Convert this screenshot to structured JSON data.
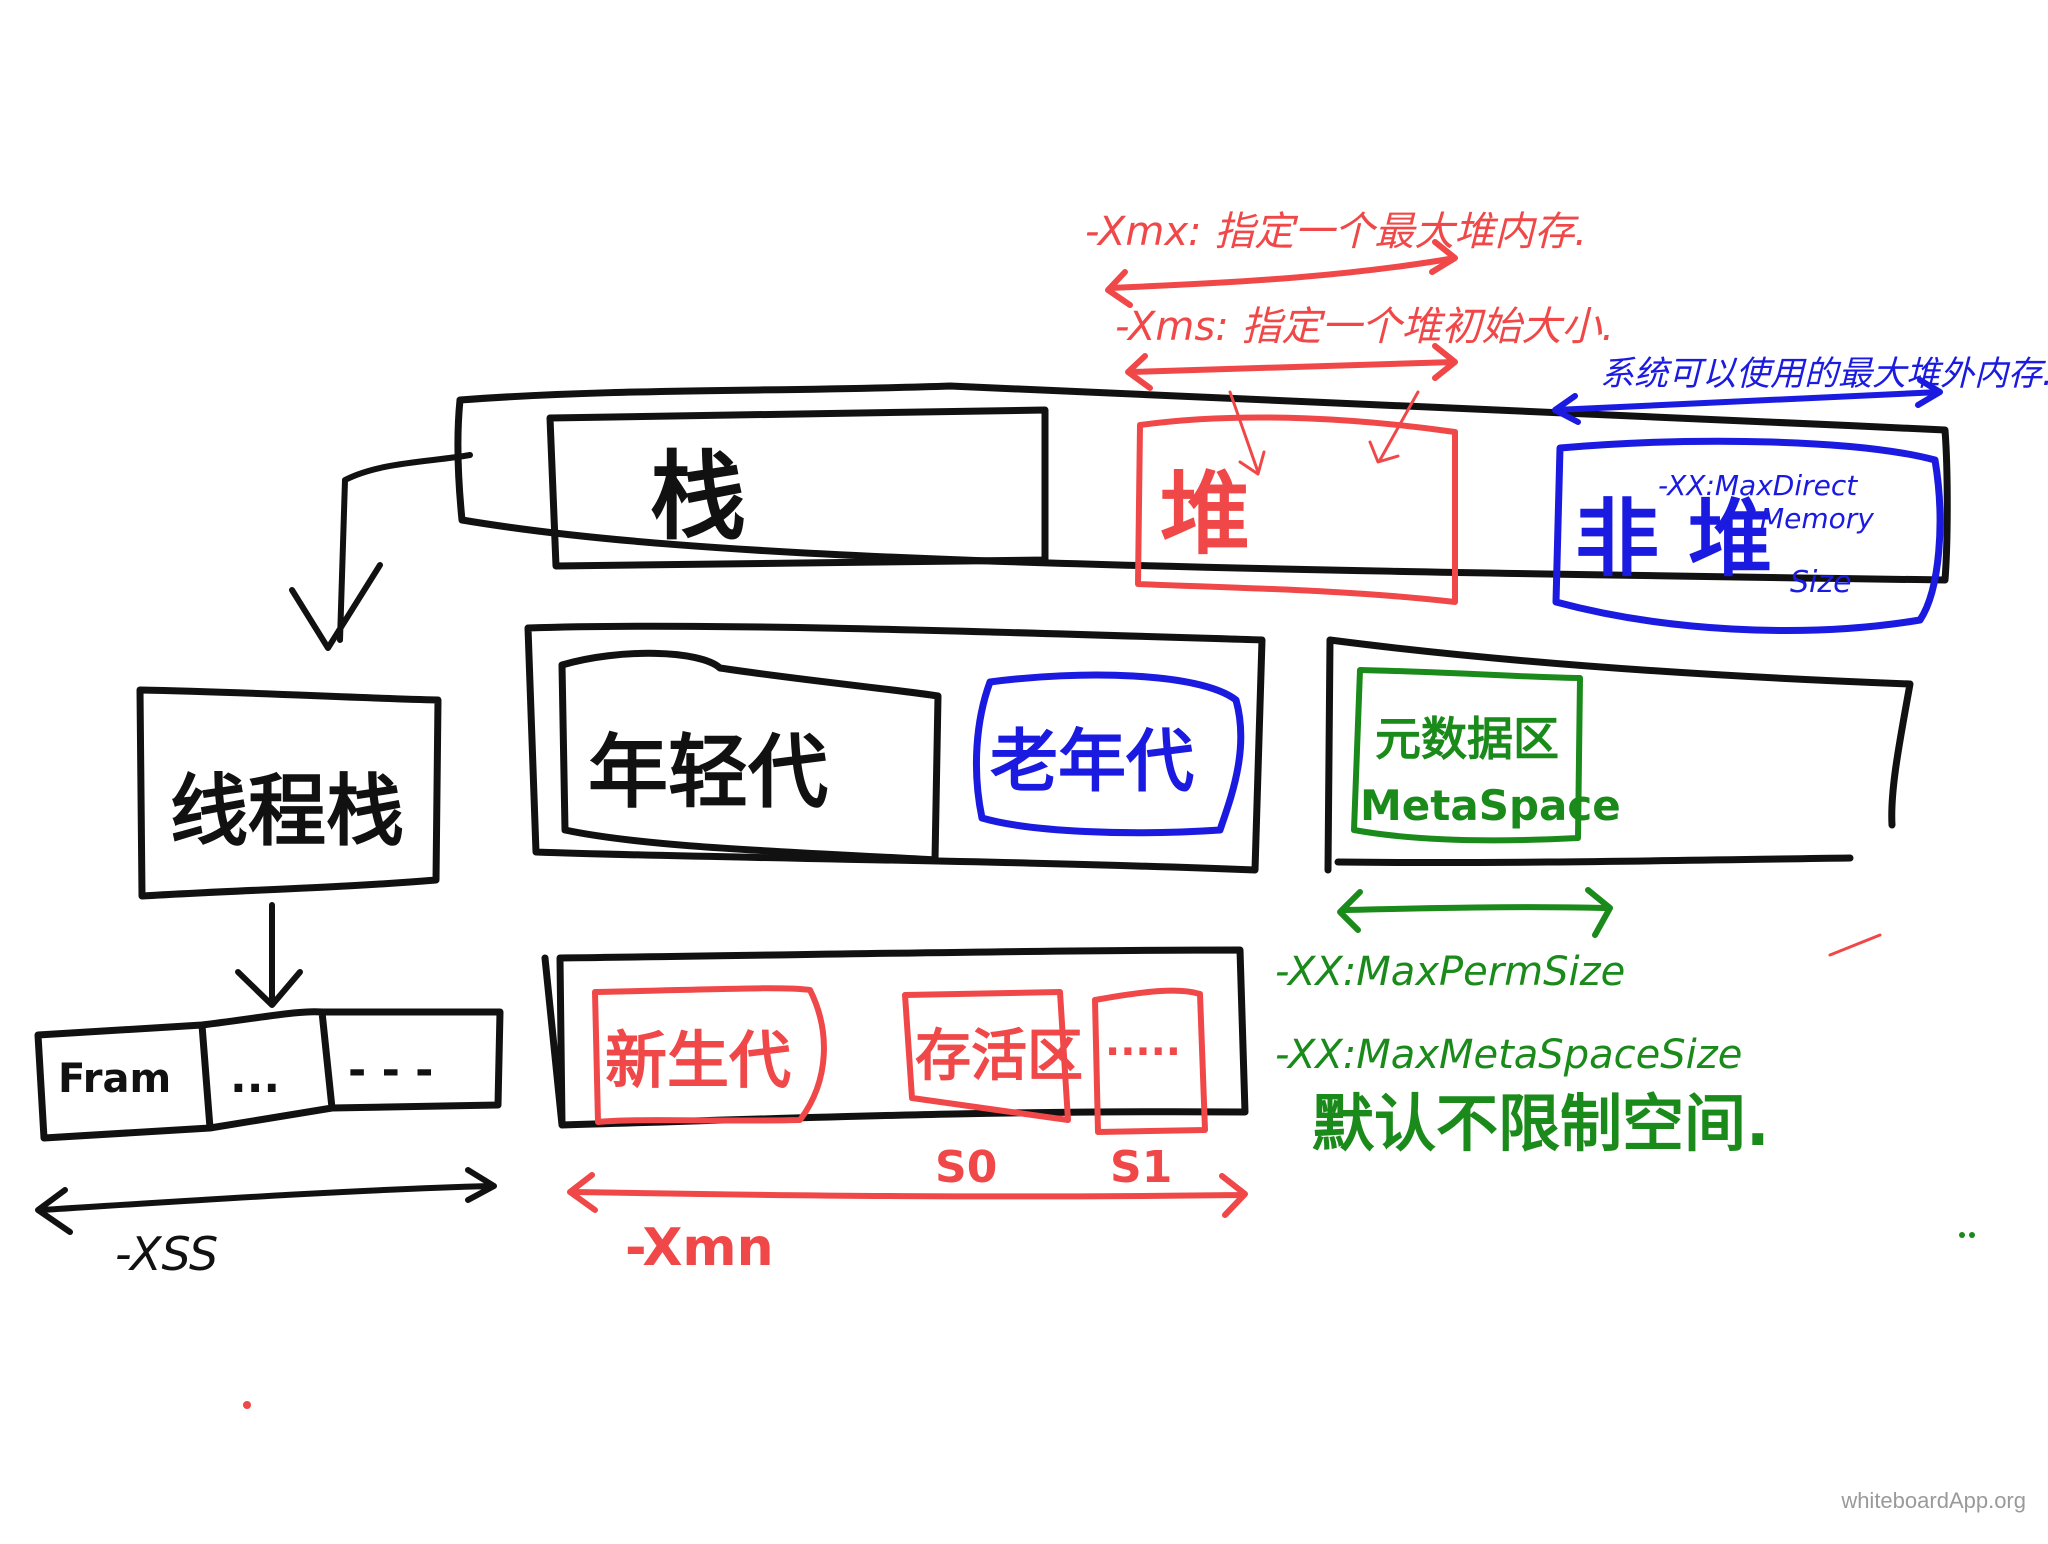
{
  "colors": {
    "black": "#111111",
    "red": "#f04848",
    "blue": "#1a1ae0",
    "green": "#1a8a1a"
  },
  "labels": {
    "stack": "栈",
    "heap": "堆",
    "non_heap": "非 堆",
    "thread_stack": "线程栈",
    "young_gen": "年轻代",
    "old_gen": "老年代",
    "metaspace_cn": "元数据区",
    "metaspace_en": "MetaSpace",
    "eden": "新生代",
    "from_space": "存活区",
    "ellipsis_box": ".....",
    "s0": "S0",
    "s1": "S1",
    "frame": "Fram",
    "frame_dots_1": "...",
    "frame_dots_2": "- - -",
    "xss": "-XSS",
    "xmn_bottom": "-Xmn"
  },
  "annotations": {
    "xmx": "-Xmx: 指定一个最大堆内存.",
    "xms": "-Xms: 指定一个堆初始大小.",
    "system_max": "系统可以使用的最大堆外内存.",
    "max_direct_1": "-XX:MaxDirect",
    "max_direct_2": "Memory",
    "max_direct_3": "Size",
    "max_perm": "-XX:MaxPermSize",
    "max_meta": "-XX:MaxMetaSpaceSize",
    "default_unlimited": "默认不限制空间."
  },
  "watermark": "whiteboardApp.org"
}
